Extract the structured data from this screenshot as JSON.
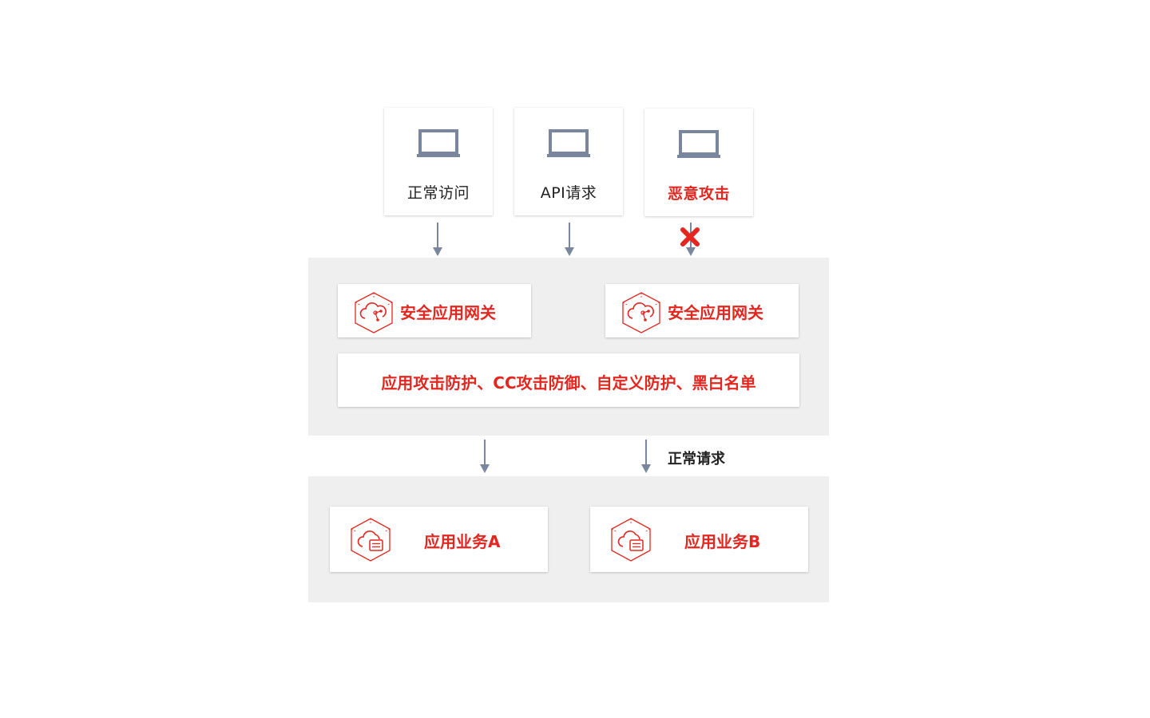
{
  "clients": [
    {
      "label": "正常访问",
      "icon": "laptop-icon",
      "blocked": false
    },
    {
      "label": "API请求",
      "icon": "laptop-icon",
      "blocked": false
    },
    {
      "label": "恶意攻击",
      "icon": "laptop-icon",
      "blocked": true
    }
  ],
  "gateway_layer": {
    "gateways": [
      {
        "label": "安全应用网关",
        "icon": "cloud-gateway-hex-icon"
      },
      {
        "label": "安全应用网关",
        "icon": "cloud-gateway-hex-icon"
      }
    ],
    "protections": "应用攻击防护、CC攻击防御、自定义防护、黑白名单"
  },
  "flow_label": "正常请求",
  "business_layer": {
    "services": [
      {
        "label": "应用业务A",
        "icon": "cloud-server-hex-icon"
      },
      {
        "label": "应用业务B",
        "icon": "cloud-server-hex-icon"
      }
    ]
  },
  "colors": {
    "accent": "#e3261f",
    "arrow": "#7a869e",
    "icon_gray": "#7a869e",
    "panel_bg": "#efefef",
    "text": "#222222"
  }
}
